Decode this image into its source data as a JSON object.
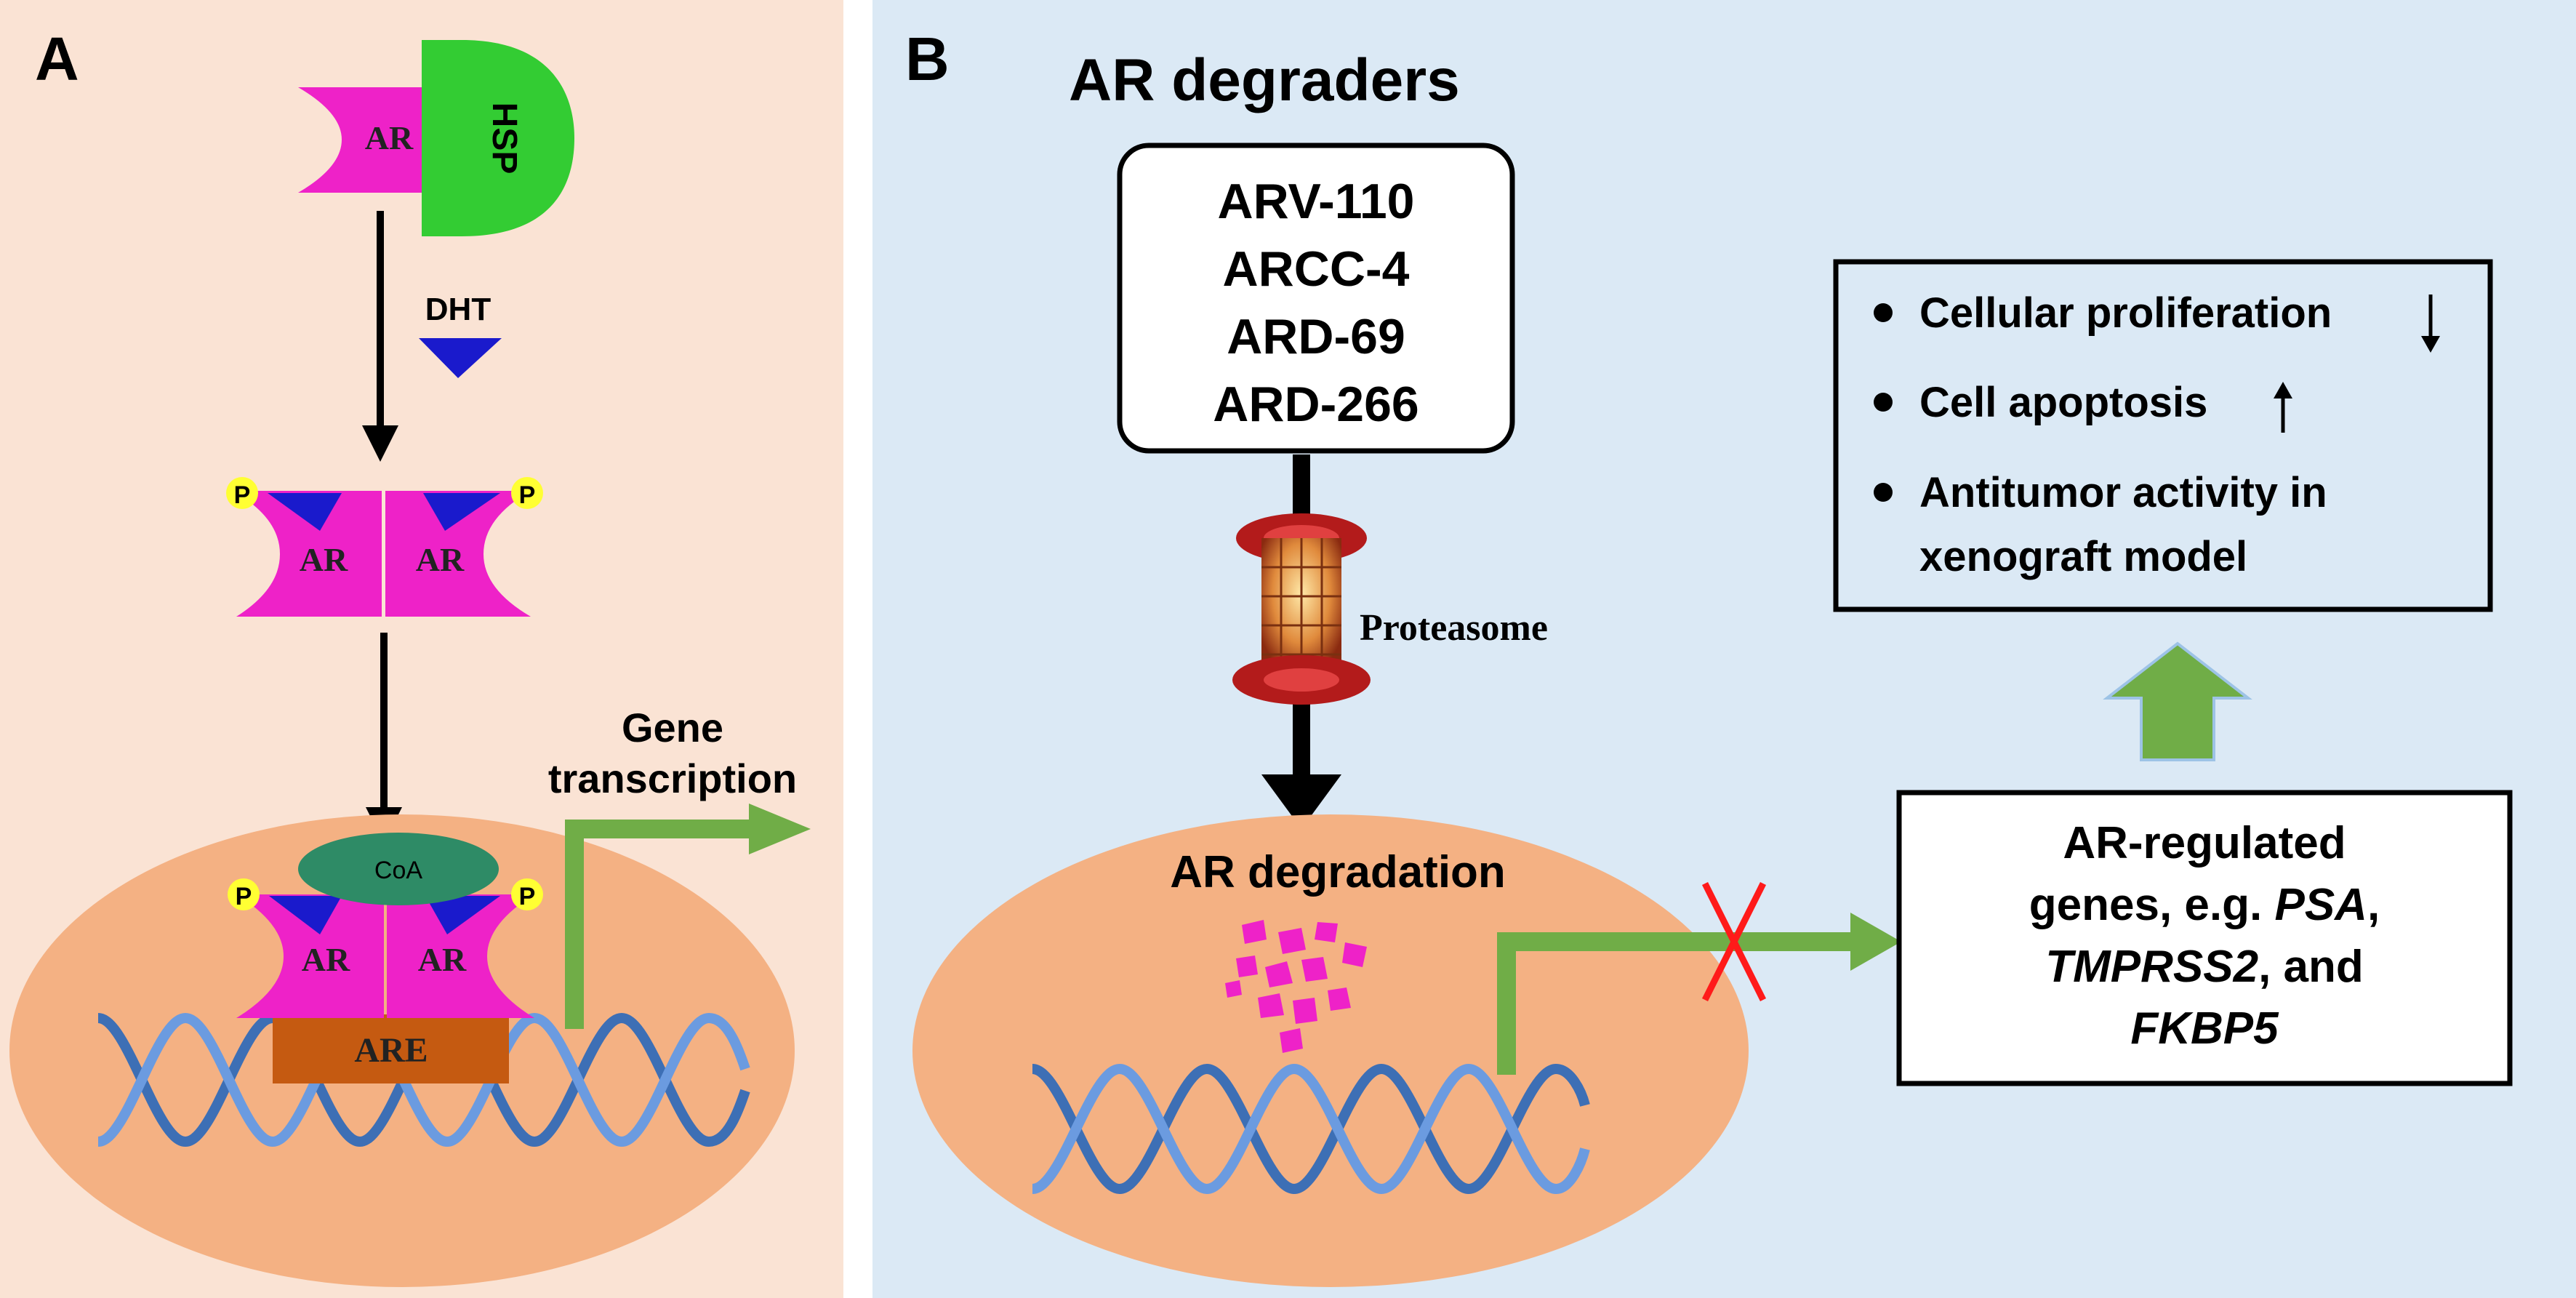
{
  "panel_a": {
    "label": "A",
    "receptor_label": "AR",
    "hsp_label": "HSP",
    "ligand_label": "DHT",
    "phospho_label": "P",
    "coactivator_label": "CoA",
    "response_element_label": "ARE",
    "gene_transcription_line1": "Gene",
    "gene_transcription_line2": "transcription"
  },
  "panel_b": {
    "label": "B",
    "title": "AR degraders",
    "degraders": [
      "ARV-110",
      "ARCC-4",
      "ARD-69",
      "ARD-266"
    ],
    "proteasome_label": "Proteasome",
    "degradation_label": "AR degradation",
    "genes_box": {
      "line1": "AR-regulated",
      "line2_prefix": "genes, e.g. ",
      "line2_italic": "PSA",
      "line2_suffix": ",",
      "line3_italic": "TMPRSS2",
      "line3_suffix": ", and",
      "line4_italic": "FKBP5"
    },
    "effects": [
      {
        "text": "Cellular proliferation",
        "arrow": "down"
      },
      {
        "text": "Cell apoptosis",
        "arrow": "up"
      },
      {
        "text": "Antitumor activity in",
        "arrow": ""
      },
      {
        "text": "xenograft model",
        "arrow": ""
      }
    ]
  },
  "colors": {
    "panel_a_bg": "#fae3d4",
    "panel_b_bg": "#dbe9f5",
    "nucleus": "#f4b183",
    "receptor": "#ee22c8",
    "hsp": "#33cc33",
    "ligand": "#1a1acc",
    "phospho": "#ffff33",
    "coactivator": "#2e8b66",
    "response_element": "#c55a11",
    "transcription_arrow": "#70ad47",
    "dna": "#3d6fb5",
    "block_mark": "#ff1a1a"
  }
}
